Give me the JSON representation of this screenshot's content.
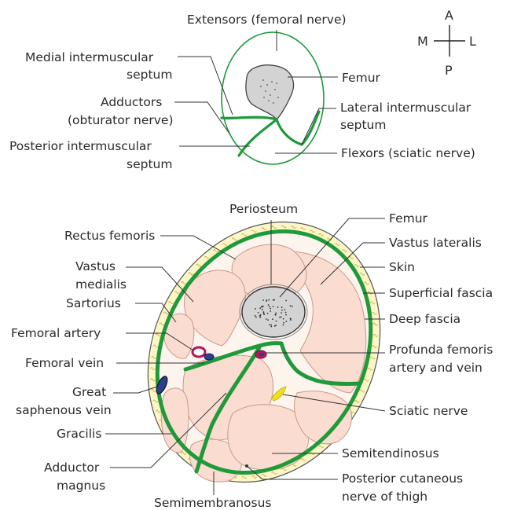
{
  "top_diagram": {
    "labels": {
      "extensors": "Extensors (femoral nerve)",
      "medial_septum_1": "Medial intermuscular",
      "medial_septum_2": "septum",
      "femur": "Femur",
      "adductors_1": "Adductors",
      "adductors_2": "(obturator nerve)",
      "lateral_septum_1": "Lateral intermuscular",
      "lateral_septum_2": "septum",
      "posterior_septum_1": "Posterior intermuscular",
      "posterior_septum_2": "septum",
      "flexors": "Flexors (sciatic nerve)"
    },
    "compass": {
      "anterior": "A",
      "medial": "M",
      "lateral": "L",
      "posterior": "P"
    }
  },
  "bottom_diagram": {
    "labels": {
      "periosteum": "Periosteum",
      "femur": "Femur",
      "rectus_femoris": "Rectus femoris",
      "vastus_lateralis": "Vastus lateralis",
      "vastus_medialis_1": "Vastus",
      "vastus_medialis_2": "medialis",
      "skin": "Skin",
      "sartorius": "Sartorius",
      "superficial_fascia": "Superficial fascia",
      "deep_fascia": "Deep fascia",
      "femoral_artery": "Femoral artery",
      "profunda_1": "Profunda femoris",
      "profunda_2": "artery and vein",
      "femoral_vein": "Femoral vein",
      "great_saphenous_1": "Great",
      "great_saphenous_2": "saphenous vein",
      "sciatic_nerve": "Sciatic nerve",
      "gracilis": "Gracilis",
      "semitendinosus": "Semitendinosus",
      "adductor_magnus_1": "Adductor",
      "adductor_magnus_2": "magnus",
      "posterior_cutaneous_1": "Posterior cutaneous",
      "posterior_cutaneous_2": "nerve of thigh",
      "semimembranosus": "Semimembranosus"
    }
  },
  "colors": {
    "fascia": "#1f9a3b",
    "muscle": "#fbdcd0",
    "superficial_fascia": "#fdf6c8",
    "bone": "#d3d3d3",
    "artery": "#b0185a",
    "vein": "#2a3f8f",
    "nerve": "#f2e01a"
  }
}
